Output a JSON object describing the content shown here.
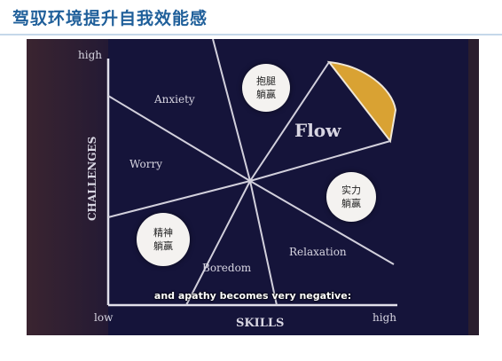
{
  "slide": {
    "title": "驾驭环境提升自我效能感"
  },
  "diagram": {
    "y_axis_label": "CHALLENGES",
    "x_axis_label": "SKILLS",
    "y_high": "high",
    "x_low": "low",
    "x_high": "high",
    "zones": {
      "anxiety": "Anxiety",
      "worry": "Worry",
      "flow": "Flow",
      "boredom": "Boredom",
      "relaxation": "Relaxation"
    },
    "flow_highlight_color": "#d9a233",
    "bubbles": [
      {
        "line1": "抱腿",
        "line2": "躺赢"
      },
      {
        "line1": "实力",
        "line2": "躺赢"
      },
      {
        "line1": "精神",
        "line2": "躺赢"
      }
    ]
  },
  "video": {
    "subtitle": "and apathy becomes very negative:"
  }
}
